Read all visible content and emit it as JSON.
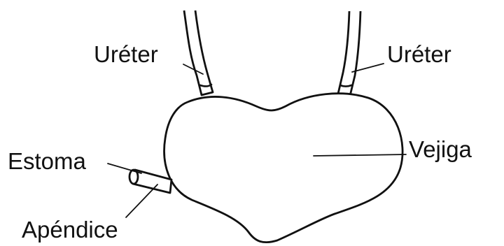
{
  "labels": {
    "ureter_left": "Uréter",
    "ureter_right": "Uréter",
    "bladder": "Vejiga",
    "stoma": "Estoma",
    "appendix": "Apéndice"
  }
}
